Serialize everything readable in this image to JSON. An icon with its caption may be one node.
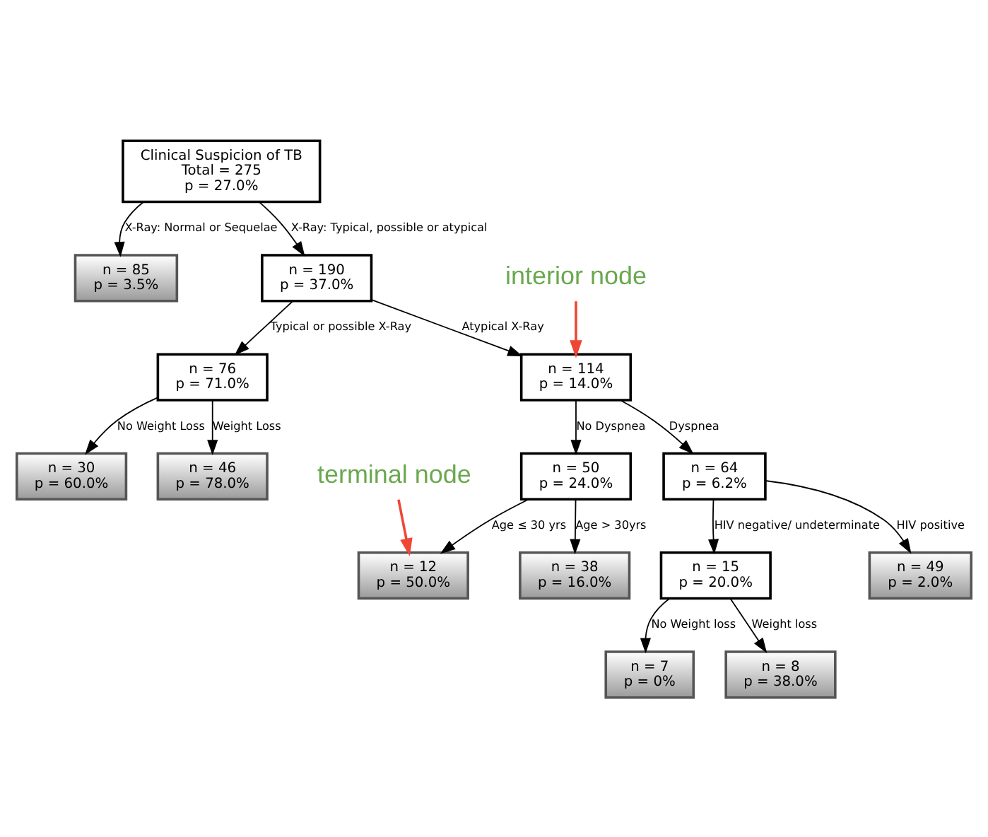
{
  "diagram": {
    "nodes": [
      {
        "text": [
          "Clinical Suspicion of TB",
          "Total = 275",
          "p = 27.0%"
        ]
      },
      {
        "text": [
          "n = 85",
          "p = 3.5%"
        ]
      },
      {
        "text": [
          "n = 190",
          "p = 37.0%"
        ]
      },
      {
        "text": [
          "interior node"
        ]
      },
      {
        "text": [
          "n = 76",
          "p = 71.0%"
        ]
      },
      {
        "text": [
          "n = 114",
          "p = 14.0%"
        ]
      },
      {
        "text": [
          "n = 30",
          "p = 60.0%"
        ]
      },
      {
        "text": [
          "n = 46",
          "p = 78.0%"
        ]
      },
      {
        "text": [
          "n = 50",
          "p = 24.0%"
        ]
      },
      {
        "text": [
          "n = 64",
          "p = 6.2%"
        ]
      },
      {
        "text": [
          "n = 12",
          "p = 50.0%"
        ]
      },
      {
        "text": [
          "n = 38",
          "p = 16.0%"
        ]
      },
      {
        "text": [
          "n = 15",
          "p = 20.0%"
        ]
      },
      {
        "text": [
          "n = 49",
          "p = 2.0%"
        ]
      },
      {
        "text": [
          "terminal node"
        ]
      },
      {
        "text": [
          "n = 7",
          "p = 0%"
        ]
      },
      {
        "text": [
          "n = 8",
          "p = 38.0%"
        ]
      }
    ],
    "edges": [
      {
        "from": 0,
        "to": 1,
        "arrow": "to",
        "label": "X-Ray: Normal or Sequelae"
      },
      {
        "from": 0,
        "to": 2,
        "arrow": "to",
        "label": "X-Ray: Typical, possible or atypical"
      },
      {
        "from": 2,
        "to": 4,
        "arrow": "to",
        "label": "Typical or possible X-Ray"
      },
      {
        "from": 2,
        "to": 5,
        "arrow": "to",
        "label": "Atypical X-Ray"
      },
      {
        "from": 3,
        "to": 5,
        "arrow": "to",
        "color": "#f04634"
      },
      {
        "from": 4,
        "to": 6,
        "arrow": "to",
        "label": "No Weight Loss"
      },
      {
        "from": 4,
        "to": 7,
        "arrow": "to",
        "label": "Weight Loss"
      },
      {
        "from": 5,
        "to": 8,
        "arrow": "to",
        "label": "No Dyspnea"
      },
      {
        "from": 5,
        "to": 9,
        "arrow": "to",
        "label": "Dyspnea"
      },
      {
        "from": 8,
        "to": 10,
        "arrow": "to",
        "label": "Age ≤ 30 yrs"
      },
      {
        "from": 8,
        "to": 11,
        "arrow": "to",
        "label": "Age > 30yrs"
      },
      {
        "from": 9,
        "to": 12,
        "arrow": "to",
        "label": "HIV negative/ undeterminate"
      },
      {
        "from": 9,
        "to": 13,
        "arrow": "to",
        "label": "HIV positive"
      },
      {
        "from": 14,
        "to": 10,
        "arrow": "to",
        "color": "#f04634"
      },
      {
        "from": 12,
        "to": 15,
        "arrow": "to",
        "label": "No Weight loss"
      },
      {
        "from": 12,
        "to": 16,
        "arrow": "to",
        "label": "Weight loss"
      }
    ]
  }
}
